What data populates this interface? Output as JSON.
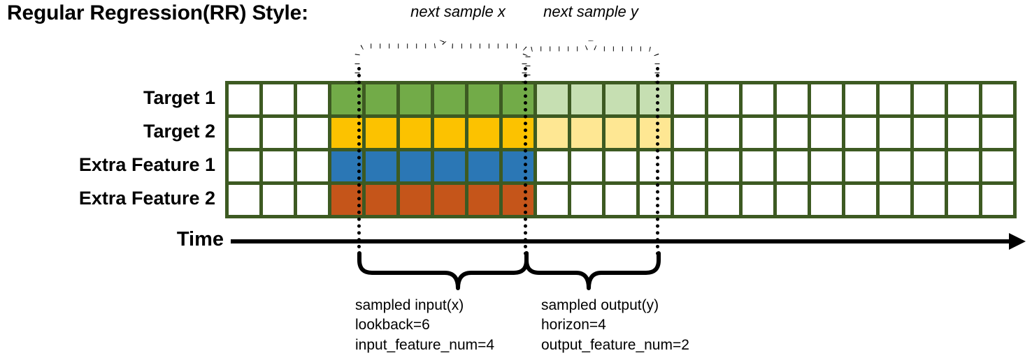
{
  "title": "Regular Regression(RR) Style:",
  "rows": [
    {
      "label": "Target 1",
      "color_name": "green",
      "fill": "#72ab48",
      "fill_light": "#c6dfb2"
    },
    {
      "label": "Target 2",
      "color_name": "yellow",
      "fill": "#fcc200",
      "fill_light": "#fee793"
    },
    {
      "label": "Extra Feature 1",
      "color_name": "blue",
      "fill": "#2b77b5",
      "fill_light": "#ffffff"
    },
    {
      "label": "Extra Feature 2",
      "color_name": "orange",
      "fill": "#c5551a",
      "fill_light": "#ffffff"
    }
  ],
  "grid": {
    "total_columns": 23,
    "leading_blank_columns": 3,
    "input_columns": 6,
    "output_columns": 4,
    "trailing_blank_columns": 10,
    "border_color": "#3d5a22",
    "blank_color": "#ffffff",
    "row_fill_pattern": [
      {
        "row": "Target 1",
        "input": "#72ab48",
        "output": "#c6dfb2"
      },
      {
        "row": "Target 2",
        "input": "#fcc200",
        "output": "#fee793"
      },
      {
        "row": "Extra Feature 1",
        "input": "#2b77b5",
        "output": "#ffffff"
      },
      {
        "row": "Extra Feature 2",
        "input": "#c5551a",
        "output": "#ffffff"
      }
    ]
  },
  "axis": {
    "label": "Time"
  },
  "top_annotations": [
    {
      "text": "next sample x"
    },
    {
      "text": "next sample y"
    }
  ],
  "bottom_annotations": [
    {
      "title": "sampled input(x)",
      "line2": "lookback=6",
      "line3": "input_feature_num=4"
    },
    {
      "title": "sampled output(y)",
      "line2": "horizon=4",
      "line3": "output_feature_num=2"
    }
  ]
}
